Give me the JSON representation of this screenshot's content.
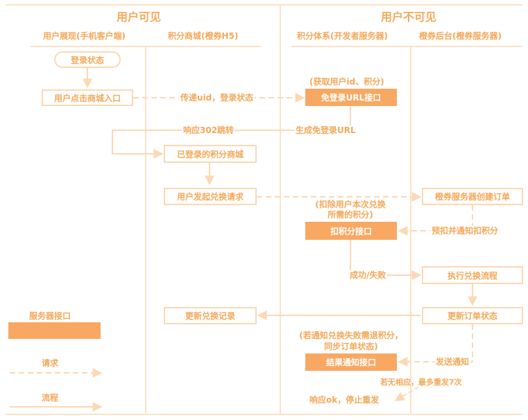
{
  "header": {
    "visible": "用户可见",
    "invisible": "用户不可见"
  },
  "lanes": {
    "client": "用户展现(手机客户端)",
    "mall": "积分商城(橙券H5)",
    "points": "积分体系(开发者服务器)",
    "backend": "橙券后台(橙券服务器)"
  },
  "nodes": {
    "login_state": "登录状态",
    "click_entry": "用户点击商城入口",
    "free_login_api": "免登录URL接口",
    "logged_mall": "已登录的积分商城",
    "exchange_request": "用户发起兑换请求",
    "create_order": "橙券服务器创建订单",
    "deduct_api": "扣积分接口",
    "run_exchange": "执行兑换流程",
    "update_record": "更新兑换记录",
    "update_order": "更新订单状态",
    "result_api": "结果通知接口"
  },
  "labels": {
    "pass_uid": "传递uid，登录状态",
    "get_uid": "(获取用户id、积分)",
    "redirect": "响应302跳转",
    "gen_url": "生成免登录URL",
    "deduct_note_1": "(扣除用户本次兑换",
    "deduct_note_2": "所需的积分)",
    "pre_deduct": "预扣并通知扣积分",
    "result": "成功/失败",
    "refund_note_1": "(若通知兑换失败需退积分，",
    "refund_note_2": "同步订单状态)",
    "send_notify": "发送通知",
    "retry": "若无相应，最多重发7次",
    "ok_stop": "响应ok，停止重发"
  },
  "legend": {
    "server_api": "服务器接口",
    "request": "请求",
    "flow": "流程"
  },
  "colors": {
    "text": "#f5a85a",
    "line": "#fcd8b4",
    "api_fill": "#f8a862"
  }
}
